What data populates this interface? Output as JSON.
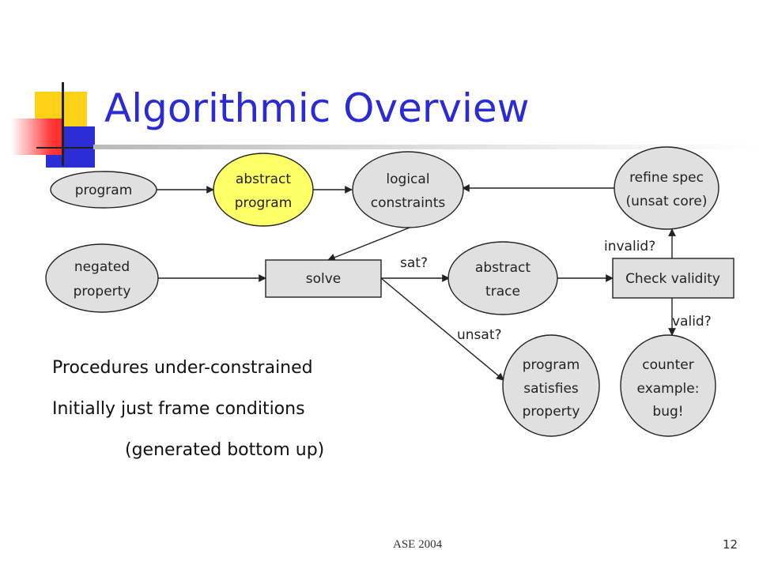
{
  "slide": {
    "title": "Algorithmic Overview",
    "footer": "ASE 2004",
    "page_number": "12"
  },
  "diagram": {
    "nodes": {
      "program": {
        "lines": [
          "program"
        ],
        "shape": "ellipse"
      },
      "abstract_program": {
        "lines": [
          "abstract",
          "program"
        ],
        "shape": "ellipse",
        "fill": "#ffff66"
      },
      "logical_constraints": {
        "lines": [
          "logical",
          "constraints"
        ],
        "shape": "ellipse"
      },
      "refine_spec": {
        "lines": [
          "refine spec",
          "(unsat core)"
        ],
        "shape": "ellipse"
      },
      "negated_property": {
        "lines": [
          "negated",
          "property"
        ],
        "shape": "ellipse"
      },
      "solve": {
        "lines": [
          "solve"
        ],
        "shape": "rect"
      },
      "abstract_trace": {
        "lines": [
          "abstract",
          "trace"
        ],
        "shape": "ellipse"
      },
      "check_validity": {
        "lines": [
          "Check validity"
        ],
        "shape": "rect"
      },
      "program_satisfies": {
        "lines": [
          "program",
          "satisfies",
          "property"
        ],
        "shape": "ellipse"
      },
      "counter_example": {
        "lines": [
          "counter",
          "example:",
          "bug!"
        ],
        "shape": "ellipse"
      }
    },
    "edge_labels": {
      "sat": "sat?",
      "unsat": "unsat?",
      "invalid": "invalid?",
      "valid": "valid?"
    }
  },
  "bullets": [
    "Procedures under-constrained",
    "Initially just frame conditions",
    "(generated bottom up)"
  ],
  "colors": {
    "title": "#2a2ad6",
    "node_fill": "#e0e0e0",
    "highlight_fill": "#ffff66"
  }
}
